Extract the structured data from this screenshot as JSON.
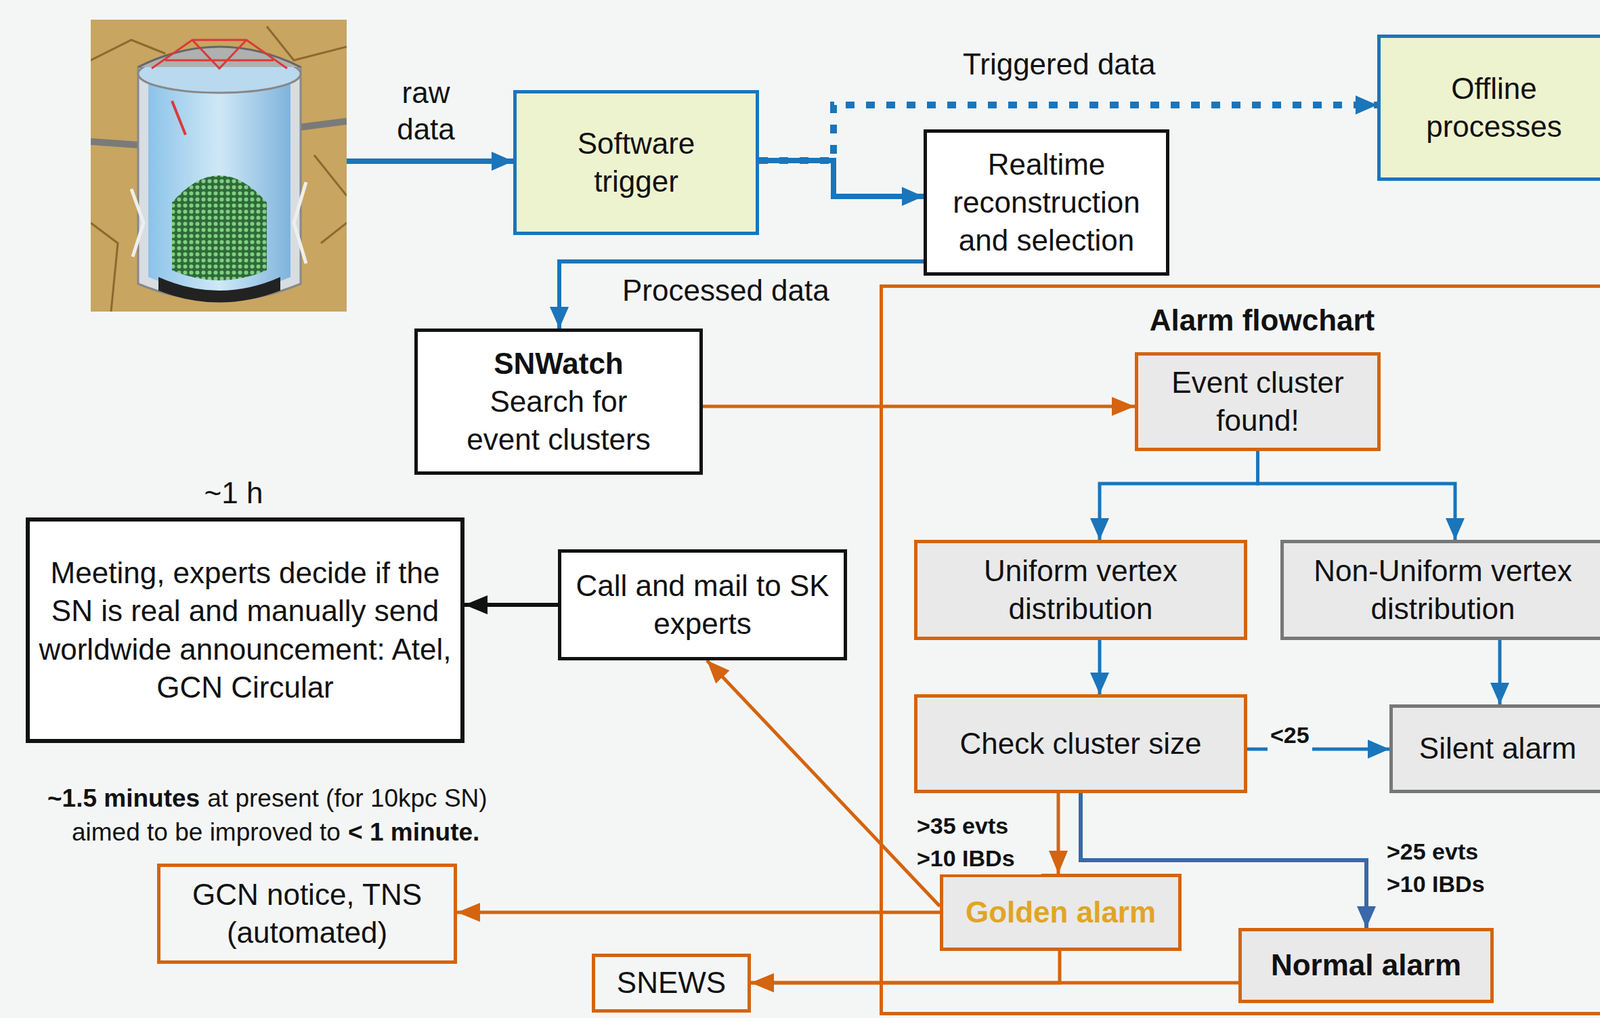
{
  "diagram": {
    "nodes": [
      {
        "text": [
          "Software trigger"
        ]
      },
      {
        "text": [
          "Realtime reconstruction and selection"
        ]
      },
      {
        "text": [
          "Offline processes"
        ]
      },
      {
        "text": [
          "SNWatch",
          "Search for event clusters"
        ]
      },
      {
        "text": [
          "Alarm flowchart"
        ]
      },
      {
        "text": [
          "Event cluster found!"
        ],
        "in": 4
      },
      {
        "text": [
          "Uniform vertex distribution"
        ],
        "in": 4
      },
      {
        "text": [
          "Non-Uniform vertex distribution"
        ],
        "in": 4
      },
      {
        "text": [
          "Check cluster size"
        ],
        "in": 4
      },
      {
        "text": [
          "Silent alarm"
        ],
        "in": 4
      },
      {
        "text": [
          "Golden alarm"
        ],
        "in": 4
      },
      {
        "text": [
          "Normal alarm"
        ],
        "in": 4
      },
      {
        "text": [
          "~1 h",
          "Meeting, experts decide if the SN is real and manually send worldwide announcement: Atel, GCN Circular"
        ]
      },
      {
        "text": [
          "Call and mail to SK experts"
        ]
      },
      {
        "text": [
          "GCN notice, TNS (automated)"
        ]
      },
      {
        "text": [
          "SNEWS"
        ]
      }
    ],
    "edges": [
      {
        "from": 0,
        "to": 1,
        "arrow": "to"
      },
      {
        "from": 0,
        "to": 2,
        "label": "Triggered data",
        "arrow": "to"
      },
      {
        "from": 1,
        "to": 3,
        "label": "Processed data",
        "arrow": "to"
      },
      {
        "from": 3,
        "to": 5,
        "arrow": "to"
      },
      {
        "from": 5,
        "to": 6,
        "arrow": "to"
      },
      {
        "from": 5,
        "to": 7,
        "arrow": "to"
      },
      {
        "from": 6,
        "to": 8,
        "arrow": "to"
      },
      {
        "from": 7,
        "to": 9,
        "arrow": "to"
      },
      {
        "from": 8,
        "to": 9,
        "label": "<25",
        "arrow": "to"
      },
      {
        "from": 8,
        "to": 10,
        "label": ">35 evts >10 IBDs",
        "arrow": "to"
      },
      {
        "from": 8,
        "to": 11,
        "label": ">25 evts >10 IBDs",
        "arrow": "to"
      },
      {
        "from": 10,
        "to": 13,
        "arrow": "to"
      },
      {
        "from": 10,
        "to": 14,
        "arrow": "to"
      },
      {
        "from": 10,
        "to": 15,
        "arrow": "to"
      },
      {
        "from": 11,
        "to": 15,
        "arrow": "to"
      },
      {
        "from": 13,
        "to": 12,
        "arrow": "to"
      }
    ],
    "labels": [
      "raw data",
      "~1.5 minutes",
      "at present (for 10kpc SN)",
      "aimed to be improved to",
      "< 1 minute."
    ]
  }
}
